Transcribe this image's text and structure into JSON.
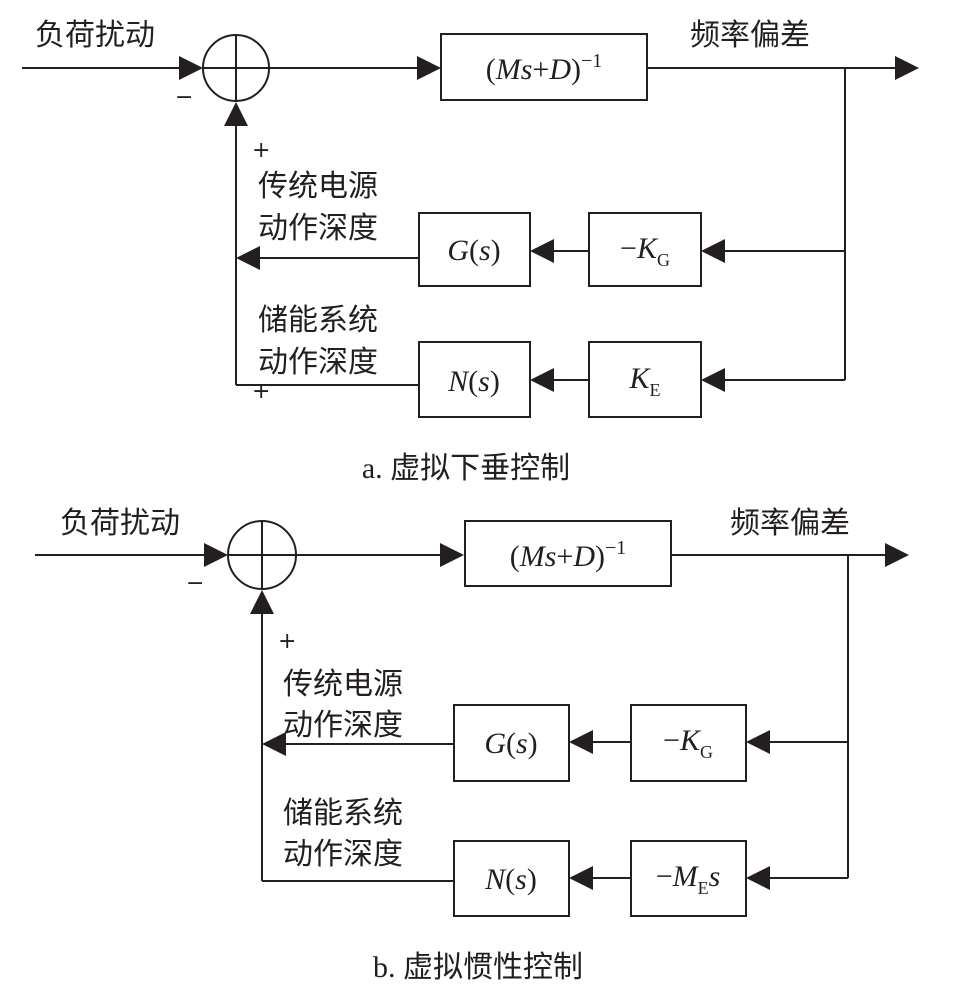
{
  "panel_a": {
    "input_label": "负荷扰动",
    "minus_sign": "−",
    "plus_top": "+",
    "plus_bottom": "+",
    "plant": {
      "open": "(",
      "M": "M",
      "s": "s",
      "plus": "+",
      "D": "D",
      "close": ")",
      "sup": "−1"
    },
    "output_label": "频率偏差",
    "conv_label_line1": "传统电源",
    "conv_label_line2": "动作深度",
    "storage_label_line1": "储能系统",
    "storage_label_line2": "动作深度",
    "g_block": {
      "G": "G",
      "open": "(",
      "s": "s",
      "close": ")"
    },
    "kg_block": {
      "minus": "−",
      "K": "K",
      "sub": "G"
    },
    "n_block": {
      "N": "N",
      "open": "(",
      "s": "s",
      "close": ")"
    },
    "ke_block": {
      "K": "K",
      "sub": "E"
    },
    "caption_prefix": "a. ",
    "caption_text": "虚拟下垂控制"
  },
  "panel_b": {
    "input_label": "负荷扰动",
    "minus_sign": "−",
    "plus_top": "+",
    "plant": {
      "open": "(",
      "M": "M",
      "s": "s",
      "plus": "+",
      "D": "D",
      "close": ")",
      "sup": "−1"
    },
    "output_label": "频率偏差",
    "conv_label_line1": "传统电源",
    "conv_label_line2": "动作深度",
    "storage_label_line1": "储能系统",
    "storage_label_line2": "动作深度",
    "g_block": {
      "G": "G",
      "open": "(",
      "s": "s",
      "close": ")"
    },
    "kg_block": {
      "minus": "−",
      "K": "K",
      "sub": "G"
    },
    "n_block": {
      "N": "N",
      "open": "(",
      "s": "s",
      "close": ")"
    },
    "me_block": {
      "minus": "−",
      "M": "M",
      "sub": "E",
      "s": "s"
    },
    "caption_prefix": "b. ",
    "caption_text": "虚拟惯性控制"
  }
}
